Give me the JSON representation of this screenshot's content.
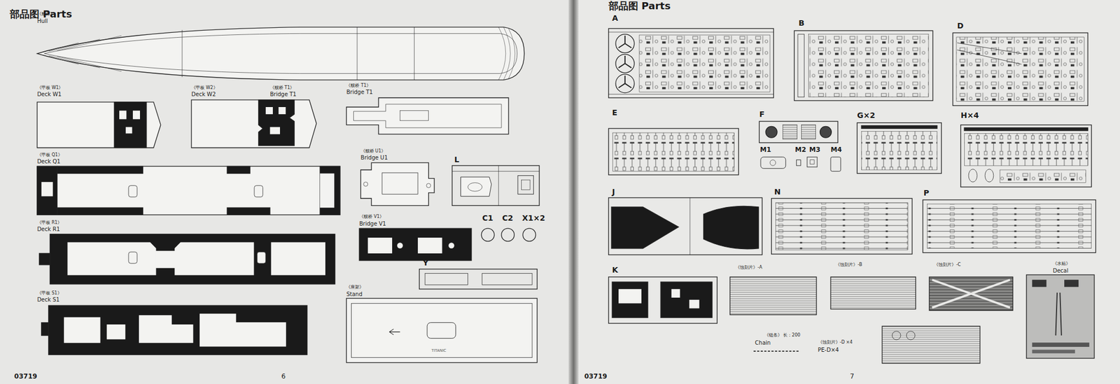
{
  "diagram": {
    "labels": [
      "部品图 Parts",
      "《船体》",
      "Hull",
      "《甲板 W1》",
      "Deck W1",
      "《甲板 W2》",
      "Deck W2",
      "《舰桥 T1》",
      "Bridge T1",
      "《舰桥 T1》",
      "Bridge T1",
      "《甲板 Q1》",
      "Deck Q1",
      "《舰桥 U1》",
      "Bridge U1",
      "L",
      "《甲板 R1》",
      "Deck R1",
      "《舰桥 V1》",
      "Bridge V1",
      "C1",
      "C2",
      "X1×2",
      "Y",
      "《甲板 S1》",
      "Deck S1",
      "《座架》",
      "Stand",
      "TITANIC",
      "03719",
      "6",
      "部品图 Parts",
      "A",
      "B",
      "D",
      "E",
      "F",
      "G×2",
      "H×4",
      "M1",
      "M2",
      "M3",
      "M4",
      "J",
      "N",
      "P",
      "K",
      "《蚀刻片》-A",
      "《蚀刻片》-B",
      "《蚀刻片》-C",
      "《水贴》",
      "Decal",
      "《链条》 长：200",
      "Chain",
      "《蚀刻片》-D ×4",
      "PE-D×4",
      "03719",
      "7"
    ]
  }
}
